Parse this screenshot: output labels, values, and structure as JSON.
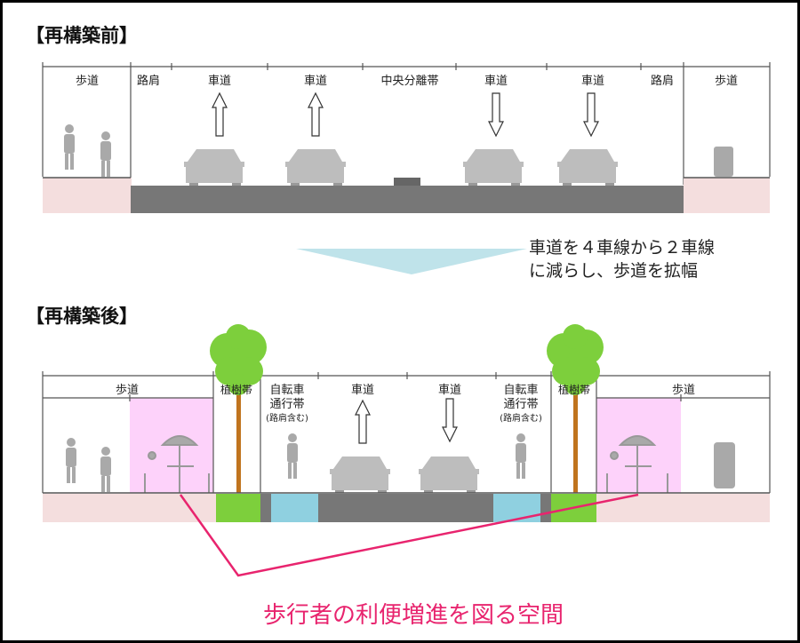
{
  "before": {
    "title": "【再構築前】",
    "labels": [
      "歩道",
      "路肩",
      "車道",
      "車道",
      "中央分離帯",
      "車道",
      "車道",
      "路肩",
      "歩道"
    ]
  },
  "transition_note": [
    "車道を４車線から２車線",
    "に減らし、歩道を拡幅"
  ],
  "after": {
    "title": "【再構築後】",
    "labels": {
      "sidewalk_left": "歩道",
      "planting_left": "植樹帯",
      "bike_left": [
        "自転車",
        "通行帯",
        "(路肩含む)"
      ],
      "lane_up": "車道",
      "lane_down": "車道",
      "bike_right": [
        "自転車",
        "通行帯",
        "(路肩含む)"
      ],
      "planting_right": "植樹帯",
      "sidewalk_right": "歩道"
    }
  },
  "caption": "歩行者の利便増進を図る空間",
  "colors": {
    "sidewalk": "#f4dede",
    "road": "#777777",
    "bike_lane": "#8fd0e0",
    "planting": "#7dcf3c",
    "pedestrian_space": "#fdd2fa",
    "highlight": "#e8246e",
    "arrow_triangle": "#bfe3ea"
  }
}
